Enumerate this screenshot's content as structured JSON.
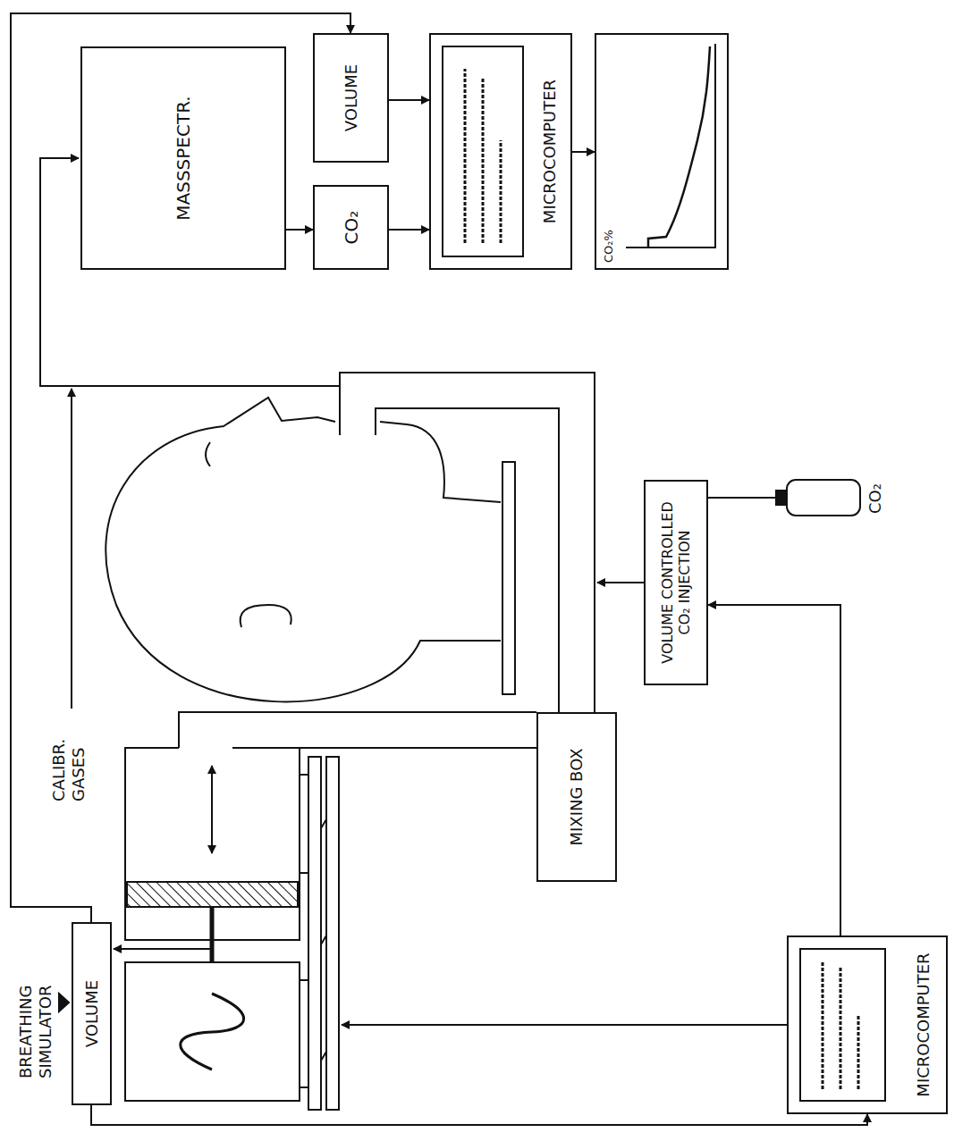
{
  "diagram": {
    "nodes": [
      {
        "text": [
          "VOLUME"
        ]
      },
      {
        "text": [
          "MIXING BOX"
        ]
      },
      {
        "text": [
          "VOLUME CONTROLLED CO₂ INJECTION"
        ]
      },
      {
        "text": [
          "MICROCOMPUTER"
        ]
      },
      {
        "text": [
          "MASSSPECTR."
        ]
      },
      {
        "text": [
          "CO₂"
        ]
      },
      {
        "text": [
          "VOLUME"
        ]
      },
      {
        "text": [
          "MICROCOMPUTER"
        ]
      },
      {
        "text": [
          "CO₂%"
        ]
      }
    ],
    "edges": [
      {
        "from": 4,
        "to": 5,
        "arrow": "to"
      },
      {
        "from": 5,
        "to": 7,
        "arrow": "to"
      },
      {
        "from": 6,
        "to": 7,
        "arrow": "to"
      },
      {
        "from": 7,
        "to": 8,
        "arrow": "to"
      },
      {
        "from": 0,
        "to": 6,
        "arrow": "to"
      },
      {
        "from": 0,
        "to": 3,
        "arrow": "to"
      },
      {
        "from": 3,
        "to": 2,
        "arrow": "to"
      }
    ],
    "labels": [
      "BREATHING SIMULATOR",
      "CALIBR. GASES",
      "CO₂"
    ]
  }
}
